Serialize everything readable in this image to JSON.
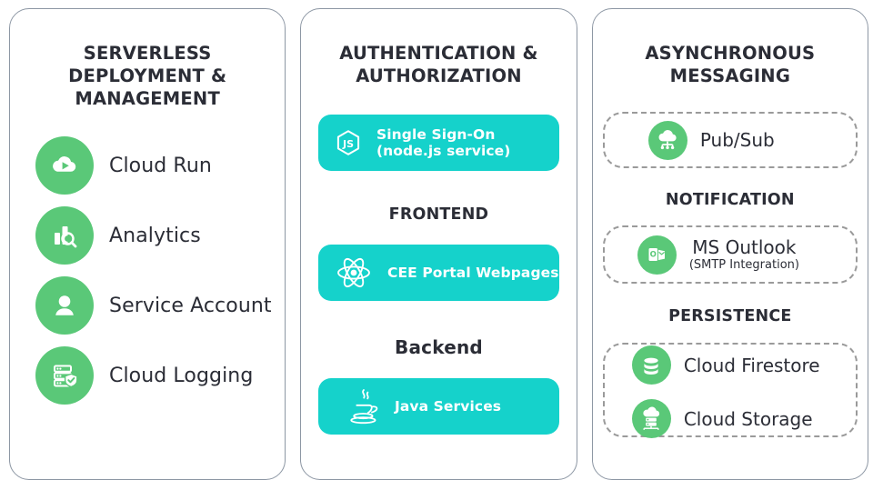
{
  "theme": {
    "green": "#5ac878",
    "teal": "#15d2cb",
    "text": "#2b2d36",
    "card_border": "#8d97a4",
    "dashed_border": "#9a9a9a"
  },
  "columns": [
    {
      "title": "SERVERLESS\nDEPLOYMENT &\nMANAGEMENT",
      "services": [
        {
          "label": "Cloud Run",
          "icon": "cloud-run-icon"
        },
        {
          "label": "Analytics",
          "icon": "analytics-icon"
        },
        {
          "label": "Service Account",
          "icon": "service-account-icon"
        },
        {
          "label": "Cloud Logging",
          "icon": "cloud-logging-icon"
        }
      ]
    },
    {
      "title": "AUTHENTICATION &\nAUTHORIZATION",
      "sso": {
        "label": "Single Sign-On (node.js service)",
        "icon": "nodejs-icon"
      },
      "frontend_heading": "FRONTEND",
      "frontend": {
        "label": "CEE Portal Webpages",
        "icon": "react-icon"
      },
      "backend_heading": "Backend",
      "backend": {
        "label": "Java Services",
        "icon": "java-icon"
      }
    },
    {
      "title": "ASYNCHRONOUS\nMESSAGING",
      "pubsub": {
        "label": "Pub/Sub",
        "icon": "pubsub-icon"
      },
      "notification_heading": "NOTIFICATION",
      "outlook": {
        "label": "MS Outlook",
        "sub": "(SMTP Integration)",
        "icon": "ms-outlook-icon"
      },
      "persistence_heading": "PERSISTENCE",
      "persistence": [
        {
          "label": "Cloud Firestore",
          "icon": "firestore-icon"
        },
        {
          "label": "Cloud Storage",
          "icon": "cloud-storage-icon"
        }
      ]
    }
  ]
}
